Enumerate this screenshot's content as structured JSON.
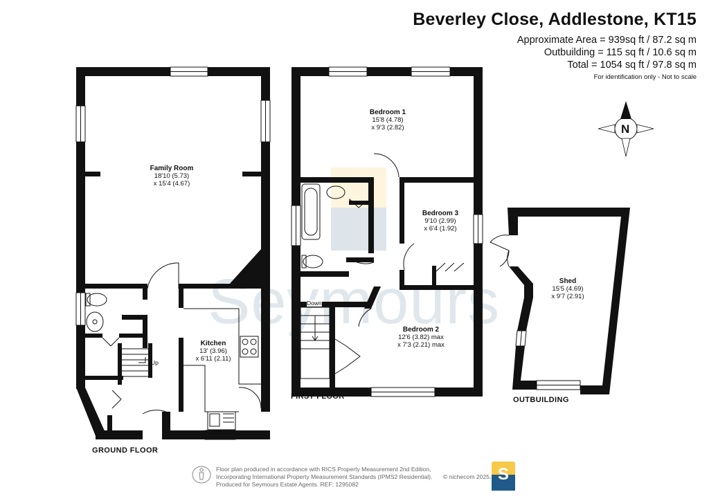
{
  "header": {
    "title": "Beverley Close, Addlestone, KT15",
    "area_lines": [
      "Approximate Area = 939sq ft / 87.2 sq m",
      "Outbuilding = 115 sq ft / 10.6 sq m",
      "Total = 1054 sq ft / 97.8 sq m"
    ],
    "note": "For identification only - Not to scale"
  },
  "compass": {
    "label": "N"
  },
  "rooms": {
    "family_room": {
      "name": "Family Room",
      "dim1": "18'10 (5.73)",
      "dim2": "x 15'4 (4.67)"
    },
    "kitchen": {
      "name": "Kitchen",
      "dim1": "13' (3.96)",
      "dim2": "x 6'11 (2.11)"
    },
    "bedroom1": {
      "name": "Bedroom 1",
      "dim1": "15'8 (4.78)",
      "dim2": "x 9'3 (2.82)"
    },
    "bedroom2": {
      "name": "Bedroom 2",
      "dim1": "12'6 (3.82) max",
      "dim2": "x 7'3 (2.21) max"
    },
    "bedroom3": {
      "name": "Bedroom 3",
      "dim1": "9'10 (2.99)",
      "dim2": "x 6'4 (1.92)"
    },
    "shed": {
      "name": "Shed",
      "dim1": "15'5 (4.69)",
      "dim2": "x 9'7 (2.91)"
    }
  },
  "stairs": {
    "up": "Up",
    "down": "Down"
  },
  "floors": {
    "ground": "GROUND FLOOR",
    "first": "FIRST FLOOR",
    "outbuilding": "OUTBUILDING"
  },
  "watermark": "Seymours",
  "footer": {
    "lines": [
      "Floor plan produced in accordance with RICS Property Measurement 2nd Edition,",
      "Incorporating International Property Measurement Standards (IPMS2 Residential).",
      "Produced for Seymours Estate Agents.    REF: 1295082"
    ],
    "copyright": "© nichecom 2025.",
    "logo_letter": "S"
  },
  "colors": {
    "wall": "#111111",
    "watermark": "#466e91",
    "logo_blue": "#1f5a8a",
    "logo_yellow": "#f7c948"
  }
}
